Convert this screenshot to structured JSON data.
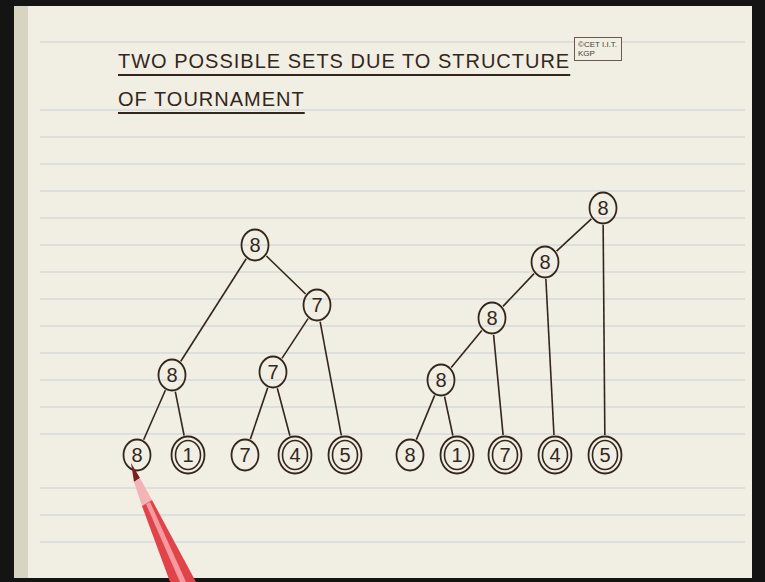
{
  "diagram": {
    "title": "TWO POSSIBLE SETS DUE TO STRUCTURE OF TOURNAMENT",
    "nodes": [
      {
        "text": [
          "©CET I.I.T. KGP"
        ]
      },
      {
        "text": [
          "8"
        ]
      },
      {
        "text": [
          "8"
        ]
      },
      {
        "text": [
          "7"
        ]
      },
      {
        "text": [
          "7"
        ]
      },
      {
        "text": [
          "8"
        ]
      },
      {
        "text": [
          "1"
        ]
      },
      {
        "text": [
          "7"
        ]
      },
      {
        "text": [
          "4"
        ]
      },
      {
        "text": [
          "5"
        ]
      },
      {
        "text": [
          "8"
        ]
      },
      {
        "text": [
          "8"
        ]
      },
      {
        "text": [
          "8"
        ]
      },
      {
        "text": [
          "8"
        ]
      },
      {
        "text": [
          "8"
        ]
      },
      {
        "text": [
          "1"
        ]
      },
      {
        "text": [
          "7"
        ]
      },
      {
        "text": [
          "4"
        ]
      },
      {
        "text": [
          "5"
        ]
      }
    ],
    "edges": [
      {
        "from": 1,
        "to": 2,
        "arrow": "none"
      },
      {
        "from": 1,
        "to": 3,
        "arrow": "none"
      },
      {
        "from": 2,
        "to": 5,
        "arrow": "none"
      },
      {
        "from": 2,
        "to": 6,
        "arrow": "none"
      },
      {
        "from": 3,
        "to": 4,
        "arrow": "none"
      },
      {
        "from": 3,
        "to": 9,
        "arrow": "none"
      },
      {
        "from": 4,
        "to": 7,
        "arrow": "none"
      },
      {
        "from": 4,
        "to": 8,
        "arrow": "none"
      },
      {
        "from": 10,
        "to": 11,
        "arrow": "none"
      },
      {
        "from": 10,
        "to": 18,
        "arrow": "none"
      },
      {
        "from": 11,
        "to": 12,
        "arrow": "none"
      },
      {
        "from": 11,
        "to": 17,
        "arrow": "none"
      },
      {
        "from": 12,
        "to": 13,
        "arrow": "none"
      },
      {
        "from": 12,
        "to": 16,
        "arrow": "none"
      },
      {
        "from": 13,
        "to": 14,
        "arrow": "none"
      },
      {
        "from": 13,
        "to": 15,
        "arrow": "none"
      }
    ]
  }
}
